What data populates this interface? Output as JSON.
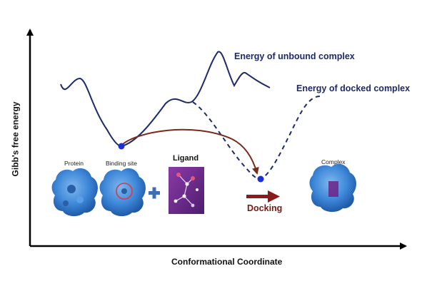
{
  "labels": {
    "unbound": "Energy of unbound complex",
    "docked": "Energy of docked complex",
    "y_axis": "Gibb's free energy",
    "x_axis": "Conformational Coordinate",
    "protein": "Protein",
    "binding_site": "Binding site",
    "ligand": "Ligand",
    "docking": "Docking",
    "complex": "Complex",
    "plus": "+"
  },
  "colors": {
    "curve": "#1d2a6b",
    "minimum_dot": "#1a2fd6",
    "transition_arrow": "#7a2a1a",
    "docking_arrow": "#8b1a1a",
    "protein": "#3d86d8",
    "ligand_bg": "#6b2a8c",
    "plus": "#3d6fb5",
    "axis": "#000000"
  }
}
